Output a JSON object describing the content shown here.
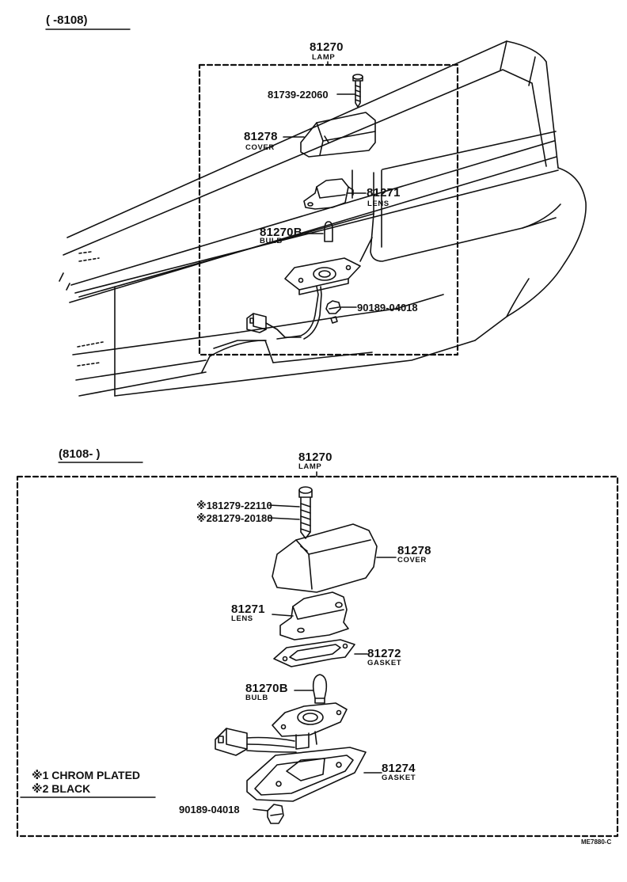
{
  "top": {
    "header": "(      -8108)",
    "lamp": {
      "number": "81270",
      "name": "LAMP"
    },
    "screw": "81739-22060",
    "cover": {
      "number": "81278",
      "name": "COVER"
    },
    "lens": {
      "number": "81271",
      "name": "LENS"
    },
    "bulb": {
      "number": "81270B",
      "name": "BULB"
    },
    "clip": "90189-04018"
  },
  "bottom": {
    "header": "(8108-        )",
    "lamp": {
      "number": "81270",
      "name": "LAMP"
    },
    "screw1": "※181279-22110",
    "screw2": "※281279-20180",
    "cover": {
      "number": "81278",
      "name": "COVER"
    },
    "lens": {
      "number": "81271",
      "name": "LENS"
    },
    "gasket1": {
      "number": "81272",
      "name": "GASKET"
    },
    "bulb": {
      "number": "81270B",
      "name": "BULB"
    },
    "gasket2": {
      "number": "81274",
      "name": "GASKET"
    },
    "clip": "90189-04018"
  },
  "legend": {
    "item1": "※1 CHROM PLATED",
    "item2": "※2 BLACK"
  },
  "footer_code": "ME7880-C"
}
